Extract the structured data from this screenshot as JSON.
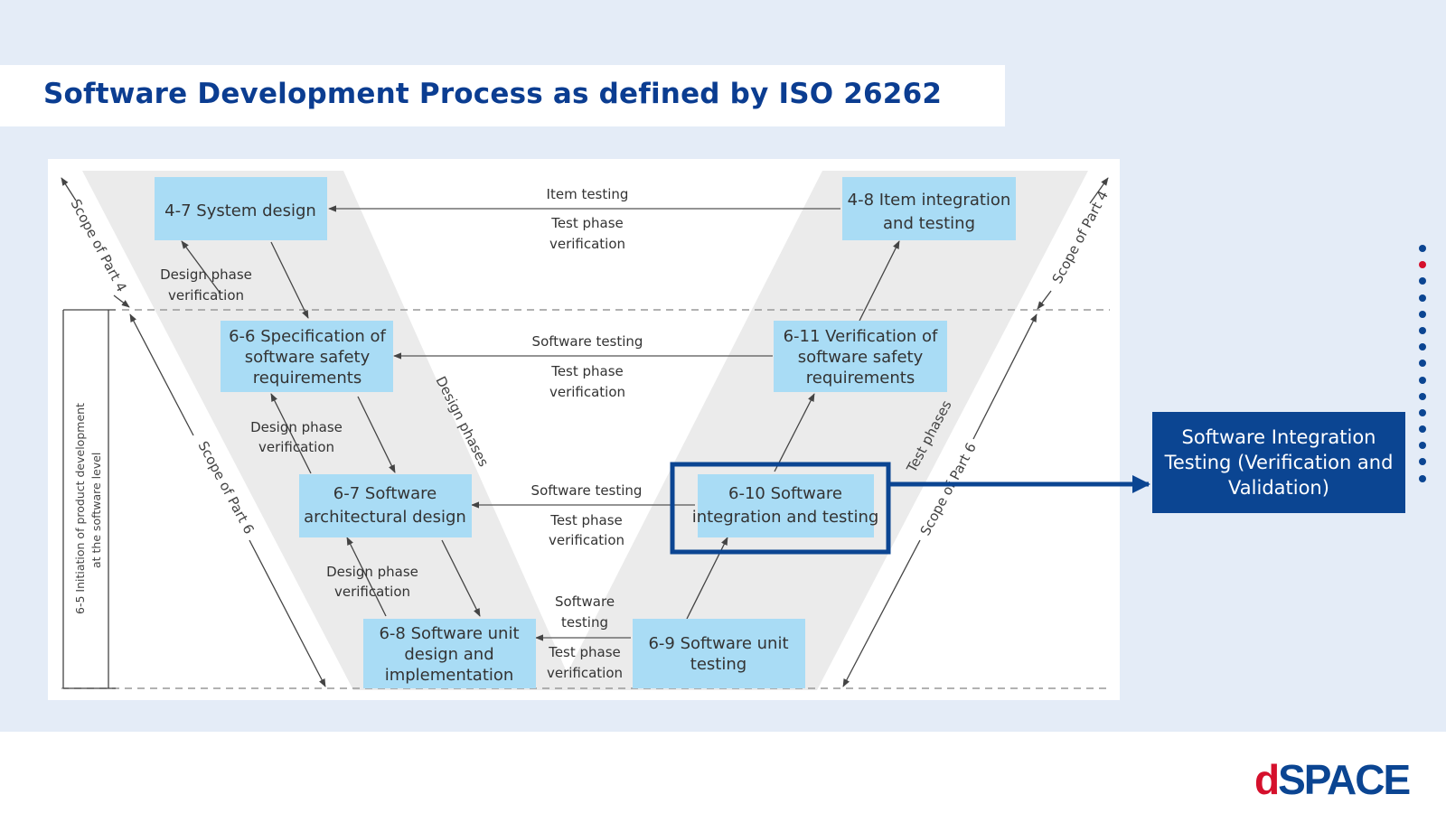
{
  "title": "Software Development Process as defined by ISO 26262",
  "boxes": {
    "system_design": [
      "4-7 System design"
    ],
    "item_integration": [
      "4-8 Item integration",
      "and testing"
    ],
    "spec_safety_req": [
      "6-6 Specification of",
      "software safety",
      "requirements"
    ],
    "verification_safety_req": [
      "6-11 Verification of",
      "software safety",
      "requirements"
    ],
    "architectural_design": [
      "6-7 Software",
      "architectural design"
    ],
    "integration_testing": [
      "6-10 Software",
      "integration and testing"
    ],
    "unit_design": [
      "6-8 Software unit",
      "design and",
      "implementation"
    ],
    "unit_testing": [
      "6-9 Software unit",
      "testing"
    ]
  },
  "labels": {
    "item_testing": "Item testing",
    "software_testing": "Software testing",
    "software": "Software",
    "testing": "testing",
    "test_phase_verification": [
      "Test phase",
      "verification"
    ],
    "design_phase_verification": [
      "Design phase",
      "verification"
    ],
    "design_phases": "Design phases",
    "test_phases": "Test phases",
    "scope_part4": "Scope of Part 4",
    "scope_part6": "Scope of Part 6",
    "initiation": [
      "6-5 Initiation of product development",
      "at the software level"
    ]
  },
  "callout": {
    "text": "Software Integration Testing (Verification and Validation)"
  },
  "navigation": {
    "dot_count": 15,
    "active_index": 1
  },
  "logo": {
    "d": "d",
    "rest": "SPACE"
  },
  "colors": {
    "brand_blue": "#0b4592",
    "accent_red": "#d5102c",
    "box_fill": "#a9dcf5",
    "band_background": "#e4ecf7"
  }
}
